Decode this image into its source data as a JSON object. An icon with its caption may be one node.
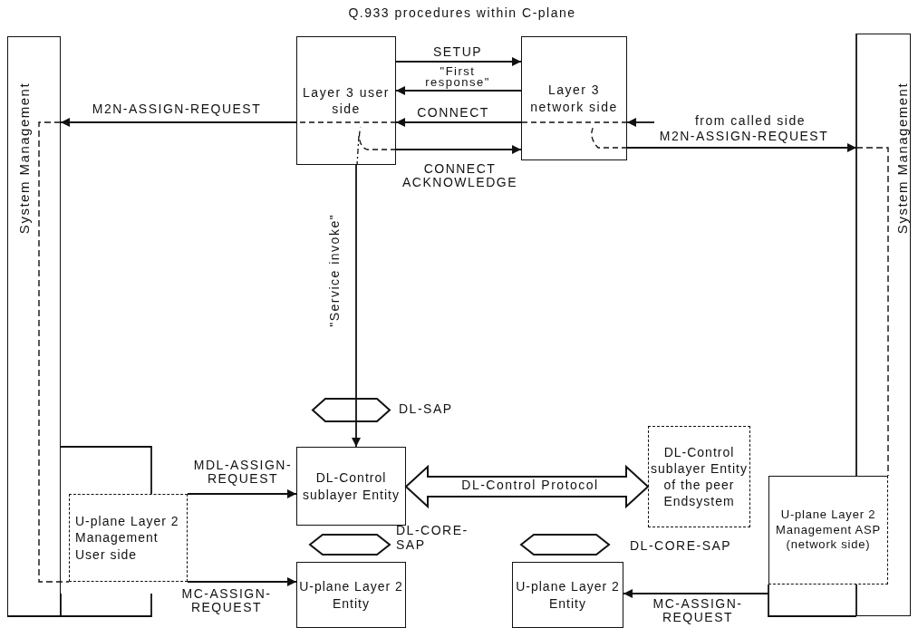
{
  "diagram": {
    "title": "Q.933 procedures within C-plane",
    "nodes": [
      {
        "text": [
          "System Management"
        ]
      },
      {
        "text": [
          "Layer 3 user side"
        ]
      },
      {
        "text": [
          "Layer 3 network side"
        ]
      },
      {
        "text": [
          "System Management"
        ]
      },
      {
        "text": [
          "U-plane Layer 2 Management User side"
        ]
      },
      {
        "text": [
          "DL-Control sublayer Entity"
        ]
      },
      {
        "text": [
          "DL-Control sublayer Entity of the peer Endsystem"
        ]
      },
      {
        "text": [
          "U-plane Layer 2 Entity"
        ]
      },
      {
        "text": [
          "U-plane Layer 2 Entity"
        ]
      },
      {
        "text": [
          "U-plane Layer 2 Management ASP",
          "(network side)"
        ]
      }
    ],
    "edges": [
      {
        "from": 1,
        "to": 2,
        "arrow": "to",
        "label": "SETUP"
      },
      {
        "from": 2,
        "to": 1,
        "arrow": "to",
        "label": "\"First response\""
      },
      {
        "from": 2,
        "to": 1,
        "arrow": "to",
        "label": "CONNECT"
      },
      {
        "from": null,
        "to": 2,
        "arrow": "to",
        "label": "from called side"
      },
      {
        "from": 1,
        "to": 0,
        "arrow": "to",
        "label": "M2N-ASSIGN-REQUEST"
      },
      {
        "from": 2,
        "to": 3,
        "arrow": "to",
        "label": "M2N-ASSIGN-REQUEST"
      },
      {
        "from": 1,
        "to": 2,
        "arrow": "to",
        "label": "CONNECT ACKNOWLEDGE"
      },
      {
        "from": 1,
        "to": 5,
        "arrow": "to",
        "label": "\"Service invoke\""
      },
      {
        "from": 5,
        "to": 6,
        "arrow": "both",
        "label": "DL-Control Protocol",
        "style": "thick"
      },
      {
        "from": 4,
        "to": 5,
        "arrow": "to",
        "label": "MDL-ASSIGN- REQUEST"
      },
      {
        "from": 4,
        "to": 7,
        "arrow": "to",
        "label": "MC-ASSIGN- REQUEST"
      },
      {
        "from": 9,
        "to": 8,
        "arrow": "to",
        "label": "MC-ASSIGN- REQUEST"
      },
      {
        "from": 0,
        "to": 4,
        "arrow": "none",
        "style": "dashed"
      },
      {
        "from": 3,
        "to": 9,
        "arrow": "none",
        "style": "dashed"
      }
    ],
    "labels": [
      "DL-SAP",
      "DL-CORE- SAP",
      "DL-CORE-SAP"
    ]
  }
}
